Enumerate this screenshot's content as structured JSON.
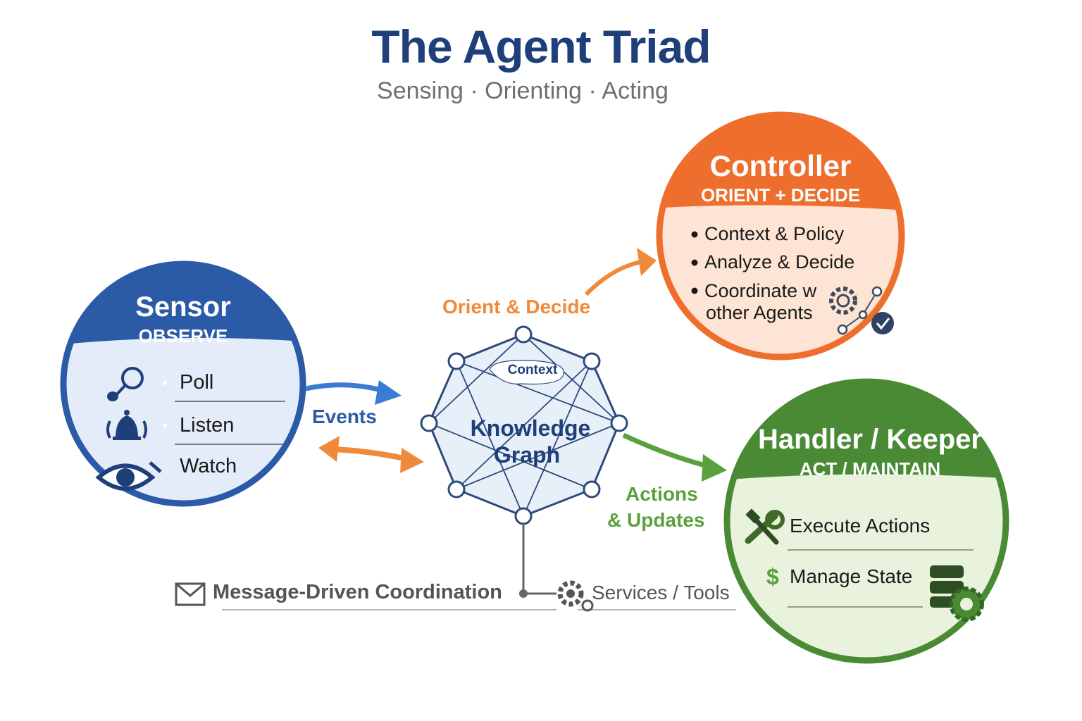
{
  "header": {
    "title": "The Agent Triad",
    "subtitle": "Sensing · Orienting · Acting"
  },
  "sensor": {
    "title": "Sensor",
    "subtitle": "OBSERVE",
    "items": [
      "Poll",
      "Listen",
      "Watch"
    ],
    "color": "#2b5aa6"
  },
  "controller": {
    "title": "Controller",
    "subtitle": "ORIENT + DECIDE",
    "items": [
      "Context & Policy",
      "Analyze & Decide",
      "Coordinate w",
      "other Agents"
    ],
    "color": "#ee6f2d"
  },
  "handler": {
    "title": "Handler / Keeper",
    "subtitle": "ACT / MAINTAIN",
    "items": [
      "Execute Actions",
      "Manage State"
    ],
    "dollar": "$",
    "color": "#4a8a34"
  },
  "knowledge_graph": {
    "title_line1": "Knowledge",
    "title_line2": "Graph",
    "context": "Context"
  },
  "edges": {
    "orient": "Orient & Decide",
    "events": "Events",
    "actions_line1": "Actions",
    "actions_line2": "& Updates"
  },
  "footer": {
    "messaging": "Message-Driven Coordination",
    "services": "Services / Tools"
  },
  "icons": {
    "poll": "magnifier-icon",
    "listen": "bell-icon",
    "watch": "eye-icon",
    "coordinate": "gear-network-icon",
    "execute": "wrench-hammer-icon",
    "state": "database-gear-icon",
    "messaging": "envelope-icon",
    "services": "gear-icon"
  }
}
